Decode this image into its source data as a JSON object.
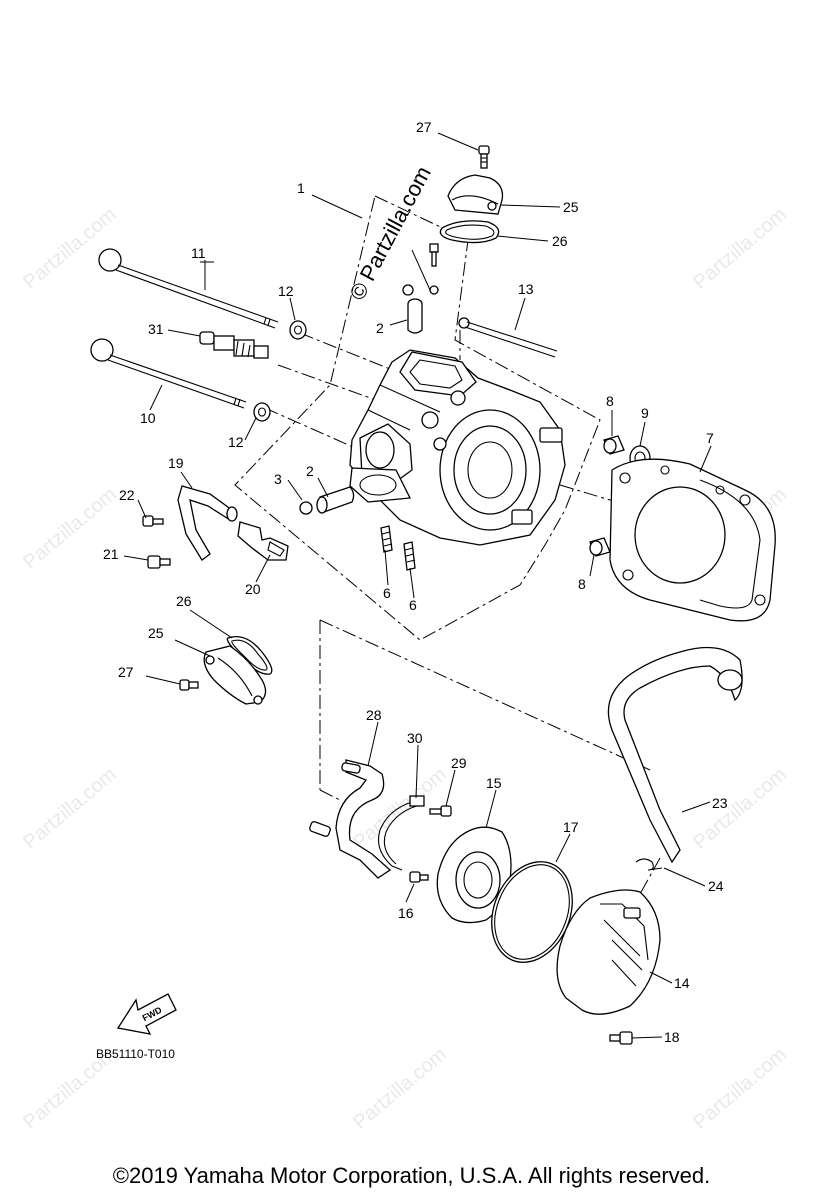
{
  "watermark": "Partzilla.com",
  "watermark_symbol": "©",
  "diagram_code": "BB51110-T010",
  "fwd_label": "FWD",
  "copyright": "©2019 Yamaha Motor Corporation, U.S.A. All rights reserved.",
  "callouts": {
    "n1": "1",
    "n2a": "2",
    "n2b": "2",
    "n3": "3",
    "n6a": "6",
    "n6b": "6",
    "n7": "7",
    "n8a": "8",
    "n8b": "8",
    "n9": "9",
    "n10": "10",
    "n11": "11",
    "n12a": "12",
    "n12b": "12",
    "n13": "13",
    "n14": "14",
    "n15": "15",
    "n16": "16",
    "n17": "17",
    "n18": "18",
    "n19": "19",
    "n20": "20",
    "n21": "21",
    "n22": "22",
    "n23": "23",
    "n24": "24",
    "n25a": "25",
    "n25b": "25",
    "n26a": "26",
    "n26b": "26",
    "n27a": "27",
    "n27b": "27",
    "n28": "28",
    "n29": "29",
    "n30": "30",
    "n31": "31"
  }
}
